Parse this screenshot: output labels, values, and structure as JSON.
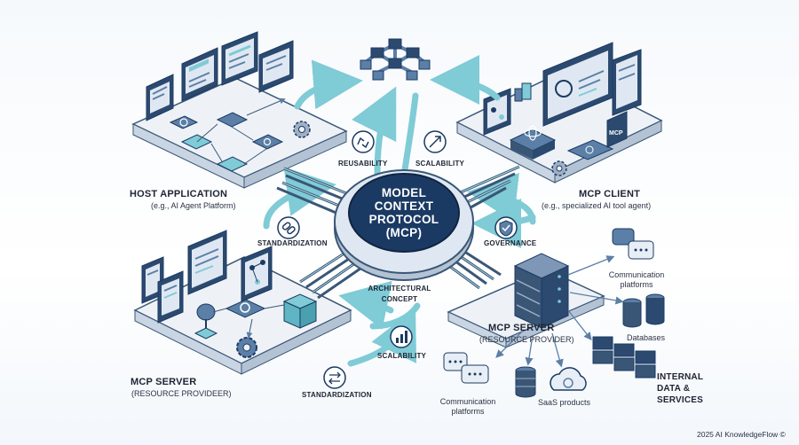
{
  "center": {
    "lines": [
      "MODEL",
      "CONTEXT",
      "PROTOCOL",
      "(MCP)"
    ]
  },
  "regions": {
    "host_application": {
      "title": "HOST APPLICATION",
      "subtitle": "(e.g., AI Agent Platform)"
    },
    "mcp_client": {
      "title": "MCP CLIENT",
      "subtitle": "(e.g., specialized AI tool agent)"
    },
    "mcp_server_left": {
      "title": "MCP SERVER",
      "subtitle": "(RESOURCE PROVIDEER)"
    },
    "mcp_server_right": {
      "title": "MCP SERVER",
      "subtitle": "(RESOURCE PROVIDER)"
    }
  },
  "concepts": {
    "reusability": "REUSABILITY",
    "scalability_top": "SCALABILITY",
    "standardization_left": "STANDARDIZATION",
    "governance": "GOVERNANCE",
    "architectural_concept": "ARCHITECTURAL CONCEPT",
    "scalability_bottom": "SCALABILITY",
    "standardization_bottom": "STANDARDIZATION"
  },
  "resources": {
    "communication_right": "Communication platforms",
    "databases": "Databases",
    "internal": "INTERNAL DATA & SERVICES",
    "communication_bottom": "Communication platforms",
    "saas": "SaaS products"
  },
  "footer": {
    "credit": "2025 AI KnowledgeFlow ©"
  },
  "colors": {
    "navy": "#1b3a63",
    "teal": "#7fcbd6",
    "steel": "#5b7fa6",
    "platform": "#eef2f7"
  }
}
